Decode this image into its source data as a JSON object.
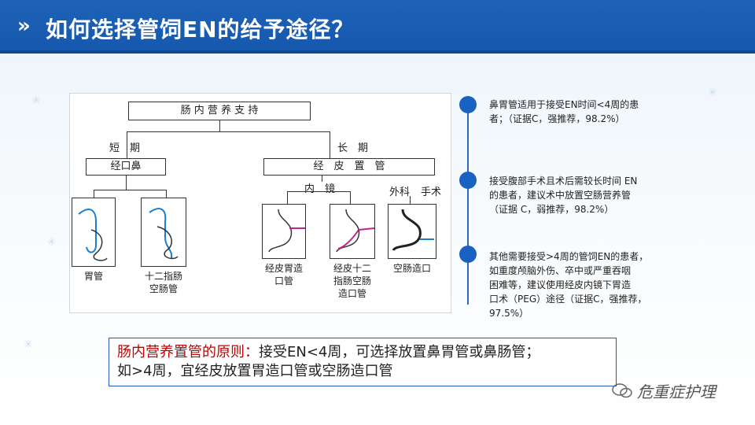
{
  "header": {
    "title": "如何选择管饲EN的给予途径？",
    "icon": "double-chevron-icon"
  },
  "diagram": {
    "root": "肠 内 营 养 支 持",
    "short_term": "短　期",
    "long_term": "长　期",
    "nasal": "经口鼻",
    "percutaneous": "经　皮　置　管",
    "endoscope": "内　镜",
    "surgery_left": "外科",
    "surgery_right": "手术",
    "captions": {
      "stomach_tube": "胃管",
      "duodenal_tube": [
        "十二指肠",
        "空肠管"
      ],
      "peg": [
        "经皮胃造",
        "口管"
      ],
      "pej": [
        "经皮十二",
        "指肠空肠",
        "造口管"
      ],
      "jejunostomy": "空肠造口"
    }
  },
  "notes": [
    {
      "lines": [
        "鼻胃管适用于接受EN时间<4周的患",
        "者；（证据C，强推荐，98.2%）"
      ]
    },
    {
      "lines": [
        "接受腹部手术且术后需较长时间 EN",
        "的患者，建议术中放置空肠营养管",
        "（证据 C，弱推荐，98.2%）"
      ]
    },
    {
      "lines": [
        "其他需要接受>4周的管饲EN的患者，",
        "如重度颅脑外伤、卒中或严重吞咽",
        "困难等，建议使用经皮内镜下胃造",
        "口术（PEG）途径（证据C，强推荐，",
        "97.5%）"
      ]
    }
  ],
  "principle": {
    "label": "肠内营养置管的原则：",
    "text1": "接受EN<4周，可选择放置鼻胃管或鼻肠管；",
    "text2": "如>4周，宜经皮放置胃造口管或空肠造口管"
  },
  "brand": {
    "name": "危重症护理",
    "icon": "wechat-icon"
  },
  "colors": {
    "header": "#1558ad",
    "accent": "#1a62c2",
    "red": "#c00000"
  }
}
